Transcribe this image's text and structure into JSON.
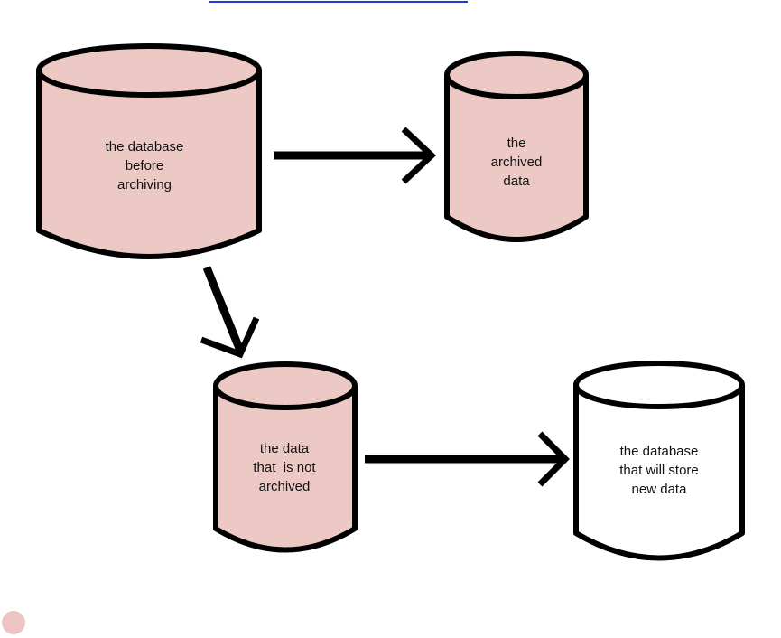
{
  "colors": {
    "stroke": "#000000",
    "pink_fill": "#ecc9c4",
    "white_fill": "#ffffff",
    "link_underline": "#1f3bd6",
    "dot": "#ecc4c4"
  },
  "nodes": {
    "before_archiving": "the database\nbefore\narchiving",
    "archived_data": "the\narchived\ndata",
    "not_archived": "the data\nthat  is not\narchived",
    "new_database": "the database\nthat will store\nnew data"
  },
  "icons": {
    "database": "cylinder-icon",
    "arrow": "arrow-icon",
    "decoration": "dot-icon"
  }
}
